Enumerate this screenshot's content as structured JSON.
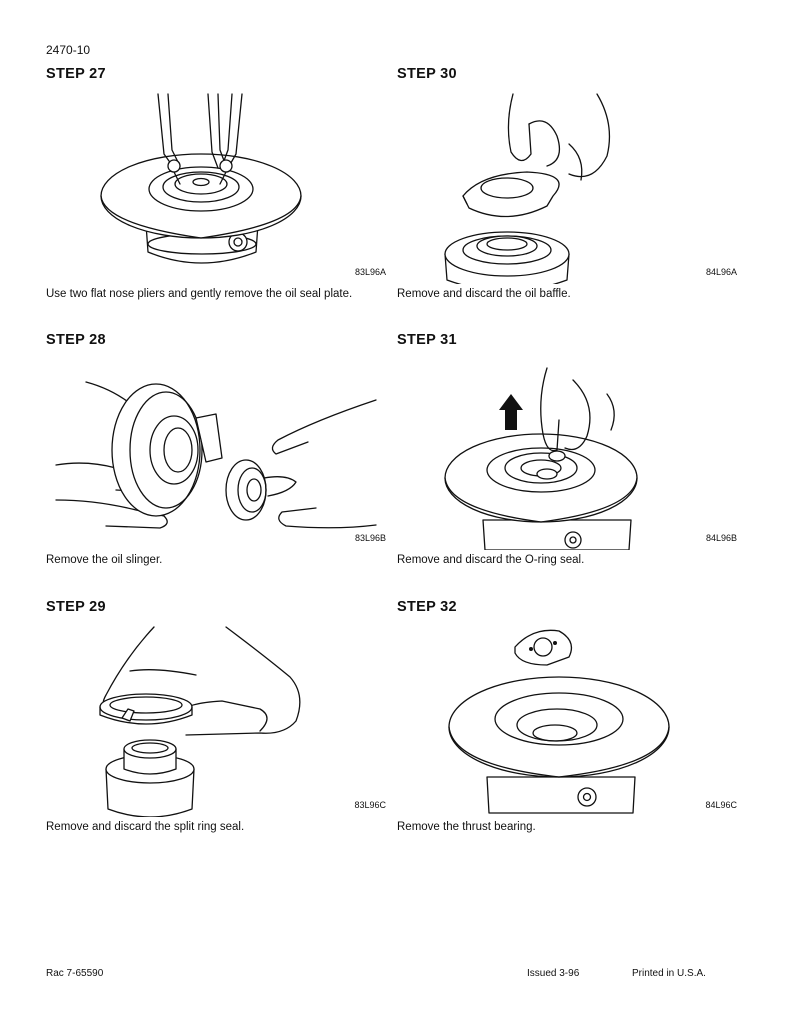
{
  "header": {
    "page_number": "2470-10"
  },
  "steps": [
    {
      "title": "STEP 27",
      "figure_code": "83L96A",
      "caption": "Use two flat nose pliers and gently remove the oil seal plate.",
      "illustration": "pliers-removing-oil-seal-plate"
    },
    {
      "title": "STEP 28",
      "figure_code": "83L96B",
      "caption": "Remove the oil slinger.",
      "illustration": "hands-removing-oil-slinger"
    },
    {
      "title": "STEP 29",
      "figure_code": "83L96C",
      "caption": "Remove and discard the split ring seal.",
      "illustration": "hand-removing-split-ring-seal"
    },
    {
      "title": "STEP 30",
      "figure_code": "84L96A",
      "caption": "Remove and discard the oil baffle.",
      "illustration": "hand-removing-oil-baffle"
    },
    {
      "title": "STEP 31",
      "figure_code": "84L96B",
      "caption": "Remove and discard the O-ring seal.",
      "illustration": "hand-removing-o-ring-with-up-arrow"
    },
    {
      "title": "STEP 32",
      "figure_code": "84L96C",
      "caption": "Remove the thrust bearing.",
      "illustration": "thrust-bearing-lifted-from-housing"
    }
  ],
  "footer": {
    "left": "Rac 7-65590",
    "issued": "Issued 3-96",
    "printed": "Printed in U.S.A."
  }
}
